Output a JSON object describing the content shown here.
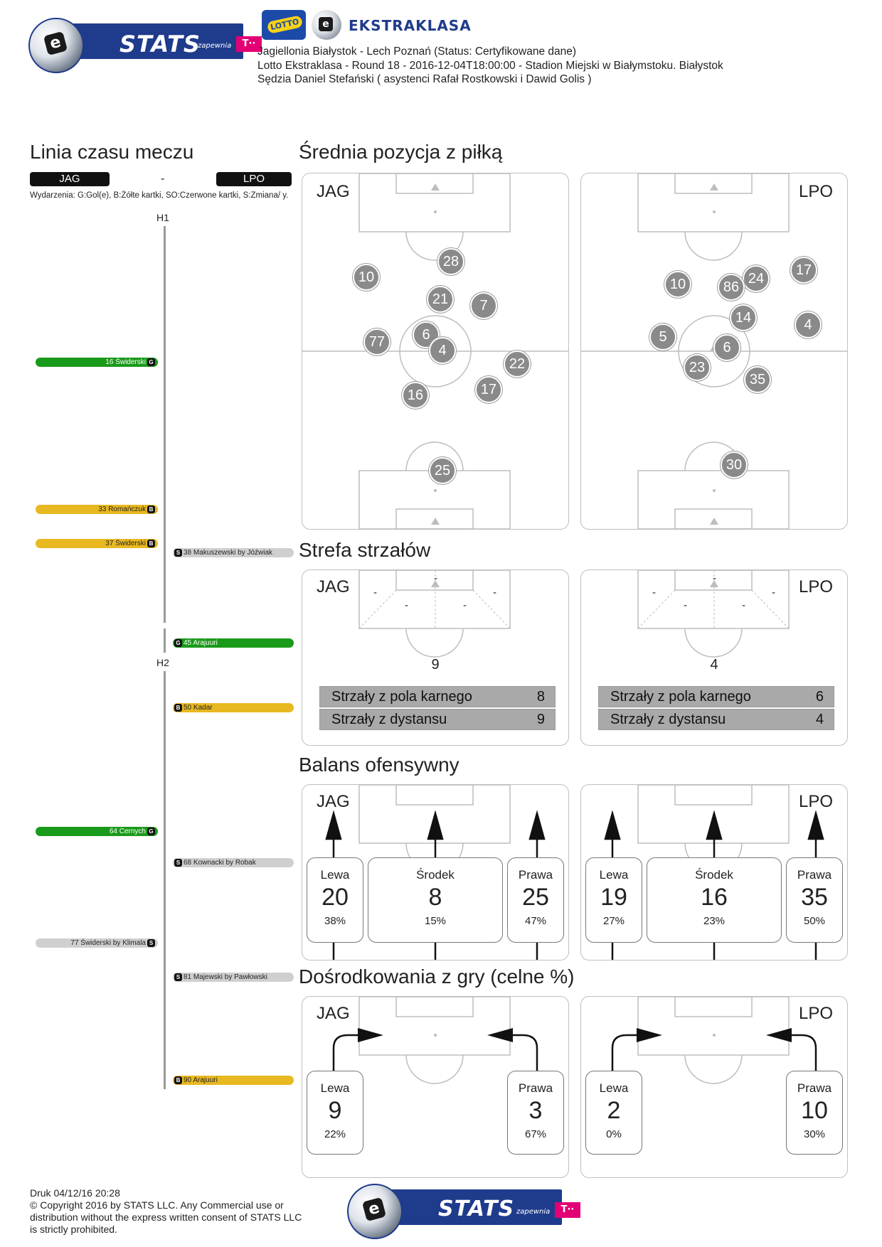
{
  "header": {
    "stats_logo": "STATS",
    "stats_sub": "zapewnia",
    "ekstraklasa": "EKSTRAKLASA",
    "line1": "Jagiellonia Białystok - Lech Poznań (Status: Certyfikowane dane)",
    "line2": "Lotto Ekstraklasa - Round 18 - 2016-12-04T18:00:00 - Stadion Miejski w Białymstoku. Białystok",
    "line3": "Sędzia Daniel Stefański ( asystenci Rafał Rostkowski i Dawid Golis )"
  },
  "timeline": {
    "title": "Linia czasu meczu",
    "home": "JAG",
    "sep": "-",
    "away": "LPO",
    "legend": "Wydarzenia: G:Gol(e), B:Żółte kartki, SO:Czerwone kartki, S:Zmiana/ y.",
    "h1": "H1",
    "h2": "H2",
    "events": [
      {
        "side": "l",
        "kind": "g",
        "tag": "G",
        "text": "16 Świderski"
      },
      {
        "side": "l",
        "kind": "b",
        "tag": "B",
        "text": "33 Romańczuk"
      },
      {
        "side": "l",
        "kind": "b",
        "tag": "B",
        "text": "37 Świderski"
      },
      {
        "side": "r",
        "kind": "s",
        "tag": "S",
        "text": "38 Makuszewski by Jóźwiak"
      },
      {
        "side": "r",
        "kind": "g",
        "tag": "G",
        "text": "45 Arajuuri"
      },
      {
        "side": "r",
        "kind": "b",
        "tag": "B",
        "text": "50 Kadar"
      },
      {
        "side": "l",
        "kind": "g",
        "tag": "G",
        "text": "64 Cernych"
      },
      {
        "side": "r",
        "kind": "s",
        "tag": "S",
        "text": "68 Kownacki by Robak"
      },
      {
        "side": "l",
        "kind": "s",
        "tag": "S",
        "text": "77 Świderski by Klimala"
      },
      {
        "side": "r",
        "kind": "s",
        "tag": "S",
        "text": "81 Majewski by Pawłowski"
      },
      {
        "side": "r",
        "kind": "b",
        "tag": "B",
        "text": "90 Arajuuri"
      }
    ]
  },
  "avg_position": {
    "title": "Średnia pozycja z piłką",
    "home_tag": "JAG",
    "away_tag": "LPO",
    "home_players": [
      "28",
      "10",
      "21",
      "7",
      "6",
      "77",
      "4",
      "22",
      "16",
      "17",
      "25"
    ],
    "away_players": [
      "17",
      "24",
      "86",
      "10",
      "14",
      "4",
      "5",
      "6",
      "23",
      "35",
      "30"
    ]
  },
  "shot_zone": {
    "title": "Strefa strzałów",
    "home_tag": "JAG",
    "away_tag": "LPO",
    "dash": "-",
    "home_total": "9",
    "away_total": "4",
    "row1_label": "Strzały z pola karnego",
    "row2_label": "Strzały z dystansu",
    "home_row1": "8",
    "home_row2": "9",
    "away_row1": "6",
    "away_row2": "4"
  },
  "attack_balance": {
    "title": "Balans ofensywny",
    "home_tag": "JAG",
    "away_tag": "LPO",
    "home": [
      {
        "label": "Lewa",
        "value": "20",
        "pct": "38%"
      },
      {
        "label": "Środek",
        "value": "8",
        "pct": "15%"
      },
      {
        "label": "Prawa",
        "value": "25",
        "pct": "47%"
      }
    ],
    "away": [
      {
        "label": "Lewa",
        "value": "19",
        "pct": "27%"
      },
      {
        "label": "Środek",
        "value": "16",
        "pct": "23%"
      },
      {
        "label": "Prawa",
        "value": "35",
        "pct": "50%"
      }
    ]
  },
  "crosses": {
    "title": "Dośrodkowania z gry (celne %)",
    "home_tag": "JAG",
    "away_tag": "LPO",
    "home": [
      {
        "label": "Lewa",
        "value": "9",
        "pct": "22%"
      },
      {
        "label": "Prawa",
        "value": "3",
        "pct": "67%"
      }
    ],
    "away": [
      {
        "label": "Lewa",
        "value": "2",
        "pct": "0%"
      },
      {
        "label": "Prawa",
        "value": "10",
        "pct": "30%"
      }
    ]
  },
  "footer": {
    "printed": "Druk 04/12/16 20:28",
    "copy1": "© Copyright 2016 by STATS LLC. Any Commercial use or",
    "copy2": "distribution without the express written consent of STATS LLC",
    "copy3": "is strictly prohibited."
  }
}
